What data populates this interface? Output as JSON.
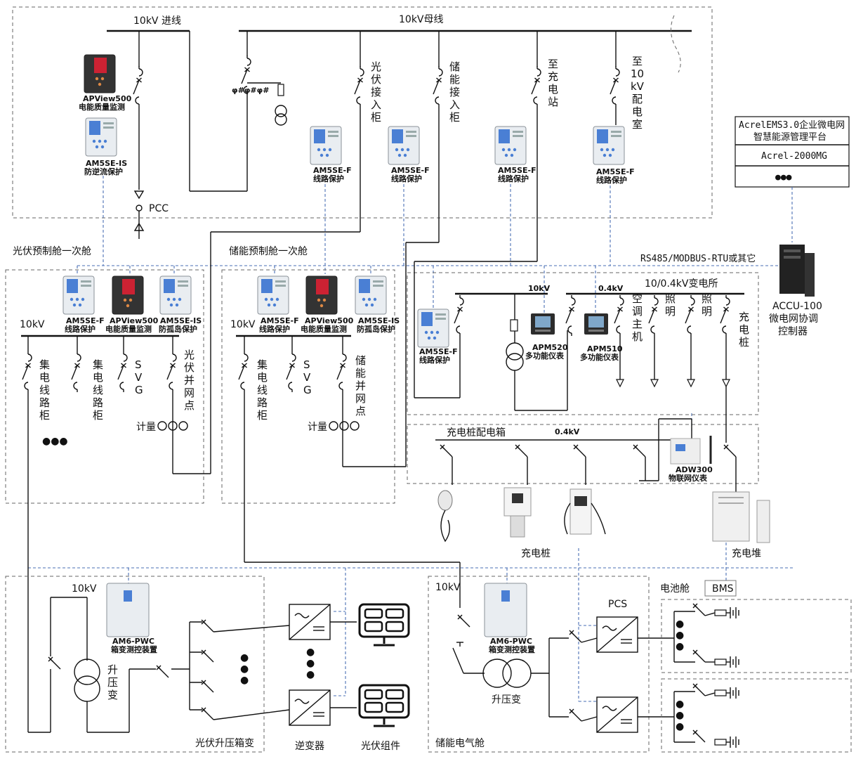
{
  "title": "",
  "hv": {
    "incoming": "10kV 进线",
    "busbar": "10kV母线",
    "pcc": "PCC",
    "feeders": {
      "pv": [
        "光",
        "伏",
        "接",
        "入",
        "柜"
      ],
      "storage": [
        "储",
        "能",
        "接",
        "入",
        "柜"
      ],
      "charging": [
        "至",
        "充",
        "电",
        "站"
      ],
      "room": [
        "至",
        "10",
        "kV",
        "配",
        "电",
        "室"
      ]
    },
    "devices": {
      "apview_name": "APView500",
      "apview_desc": "电能质量监测",
      "am5se_is_name": "AM5SE-IS",
      "am5se_is_desc": "防逆流保护",
      "am5se_f_name": "AM5SE-F",
      "am5se_f_desc": "线路保护"
    }
  },
  "ems": {
    "line1": "AcrelEMS3.0企业微电网",
    "line2": "智慧能源管理平台",
    "line3": "Acrel-2000MG",
    "more": "●●●"
  },
  "comm_label": "RS485/MODBUS-RTU或其它",
  "accu": {
    "name": "ACCU-100",
    "desc1": "微电网协调",
    "desc2": "控制器"
  },
  "pv_cabin": {
    "title": "光伏预制舱一次舱",
    "voltage": "10kV",
    "dev1_name": "AM5SE-F",
    "dev1_desc": "线路保护",
    "dev2_name": "APView500",
    "dev2_desc": "电能质量监测",
    "dev3_name": "AM5SE-IS",
    "dev3_desc": "防孤岛保护",
    "feeder1": [
      "集",
      "电",
      "线",
      "路",
      "柜"
    ],
    "feeder2": [
      "集",
      "电",
      "线",
      "路",
      "柜"
    ],
    "feeder3": [
      "S",
      "V",
      "G"
    ],
    "feeder4": [
      "光",
      "伏",
      "并",
      "网",
      "点"
    ],
    "metering": "计量",
    "more": "●●●"
  },
  "es_cabin": {
    "title": "储能预制舱一次舱",
    "voltage": "10kV",
    "dev1_name": "AM5SE-F",
    "dev1_desc": "线路保护",
    "dev2_name": "APView500",
    "dev2_desc": "电能质量监测",
    "dev3_name": "AM5SE-IS",
    "dev3_desc": "防孤岛保护",
    "feeder1": [
      "集",
      "电",
      "线",
      "路",
      "柜"
    ],
    "feeder3": [
      "S",
      "V",
      "G"
    ],
    "feeder4": [
      "储",
      "能",
      "并",
      "网",
      "点"
    ],
    "metering": "计量"
  },
  "substation": {
    "title": "10/0.4kV变电所",
    "hv_label": "10kV",
    "lv_label": "0.4kV",
    "dev_f_name": "AM5SE-F",
    "dev_f_desc": "线路保护",
    "apm520_name": "APM520",
    "apm520_desc": "多功能仪表",
    "apm510_name": "APM510",
    "apm510_desc": "多功能仪表",
    "feeder_ac": [
      "空",
      "调",
      "主",
      "机"
    ],
    "feeder_light1": [
      "照",
      "明"
    ],
    "feeder_light2": [
      "照",
      "明"
    ],
    "feeder_charge": [
      "充",
      "电",
      "桩"
    ]
  },
  "charging_box": {
    "title": "充电桩配电箱",
    "voltage": "0.4kV",
    "adw_name": "ADW300",
    "adw_desc": "物联网仪表",
    "pile_label": "充电桩",
    "stack_label": "充电堆"
  },
  "pv_box": {
    "title": "光伏升压箱变",
    "voltage": "10kV",
    "am6_name": "AM6-PWC",
    "am6_desc": "箱变测控装置",
    "transformer": [
      "升",
      "压",
      "变"
    ],
    "inverter": "逆变器",
    "pv_module": "光伏组件",
    "more": "●●●"
  },
  "es_box": {
    "title": "储能电气舱",
    "voltage": "10kV",
    "am6_name": "AM6-PWC",
    "am6_desc": "箱变测控装置",
    "transformer": "升压变",
    "pcs": "PCS",
    "battery": "电池舱",
    "bms": "BMS"
  }
}
